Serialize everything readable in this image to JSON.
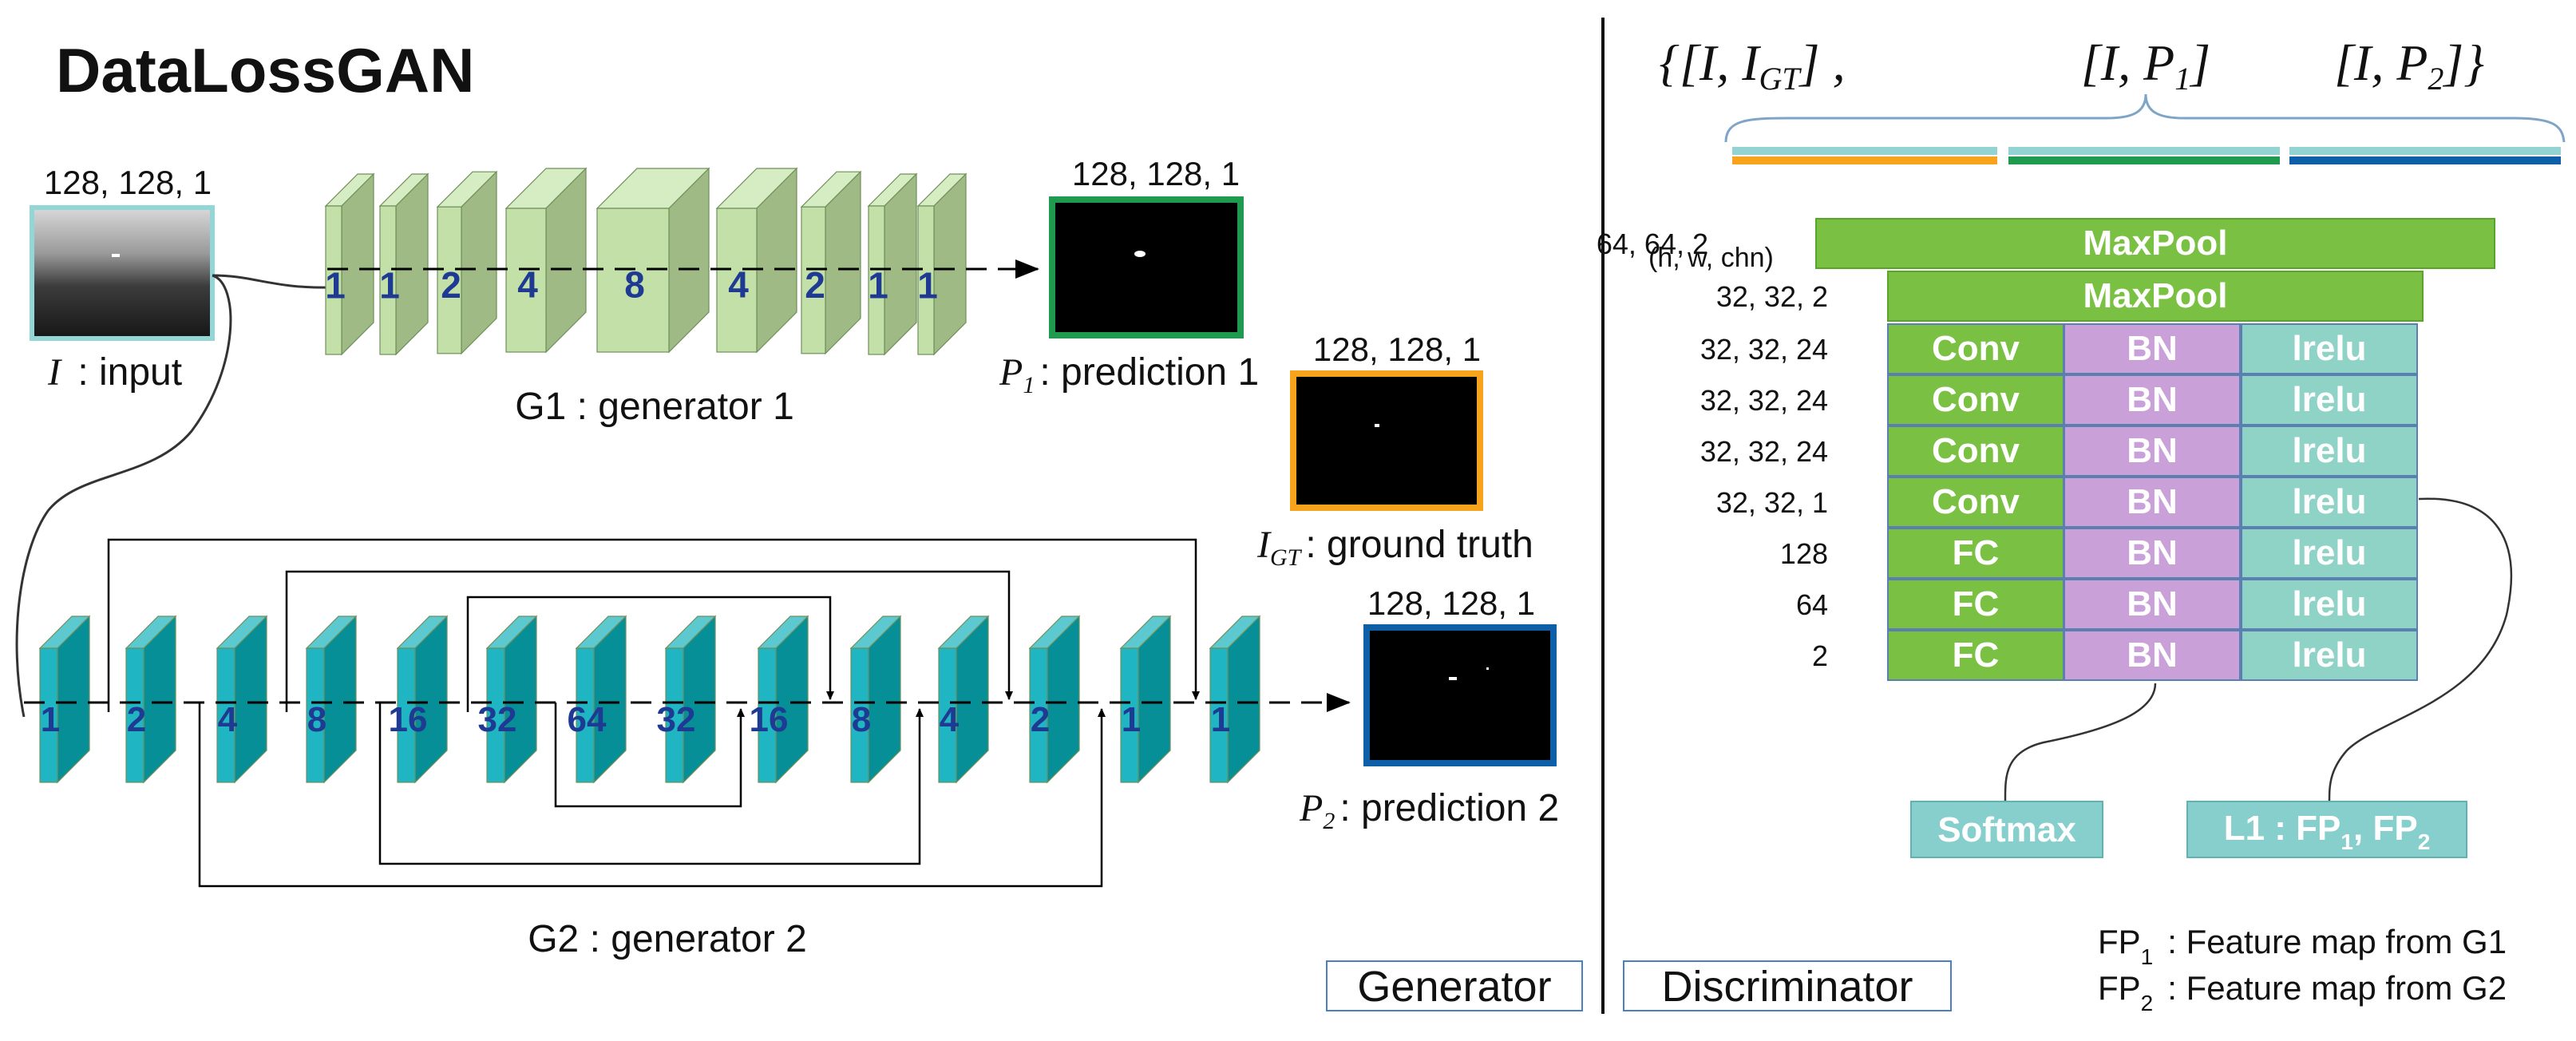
{
  "title": "DataLossGAN",
  "generator": {
    "input": {
      "dims": "128, 128, 1",
      "symbol": "I",
      "label": ": input"
    },
    "g1": {
      "label": "G1 : generator 1",
      "layers": [
        "1",
        "1",
        "2",
        "4",
        "8",
        "4",
        "2",
        "1",
        "1"
      ]
    },
    "p1": {
      "dims": "128, 128, 1",
      "symbol": "P",
      "sub": "1",
      "label": ": prediction 1"
    },
    "gt": {
      "dims": "128, 128, 1",
      "symbol": "I",
      "sub": "GT",
      "label": ": ground truth"
    },
    "g2": {
      "label": "G2 : generator 2",
      "layers": [
        "1",
        "2",
        "4",
        "8",
        "16",
        "32",
        "64",
        "32",
        "16",
        "8",
        "4",
        "2",
        "1",
        "1"
      ]
    },
    "p2": {
      "dims": "128, 128, 1",
      "symbol": "P",
      "sub": "2",
      "label": ": prediction 2"
    },
    "section_label": "Generator"
  },
  "discriminator": {
    "section_label": "Discriminator",
    "input_pairs": [
      "{[I, I_GT] ,",
      "[I, P_1]",
      "[I, P_2]}"
    ],
    "rows": [
      {
        "dims": "64, 64, 2",
        "cells": [
          "MaxPool"
        ]
      },
      {
        "dims": "32, 32, 2",
        "cells": [
          "MaxPool"
        ]
      },
      {
        "dims": "32, 32, 24",
        "cells": [
          "Conv",
          "BN",
          "lrelu"
        ]
      },
      {
        "dims": "32, 32, 24",
        "cells": [
          "Conv",
          "BN",
          "lrelu"
        ]
      },
      {
        "dims": "32, 32, 24",
        "cells": [
          "Conv",
          "BN",
          "lrelu"
        ]
      },
      {
        "dims": "32, 32, 1",
        "cells": [
          "Conv",
          "BN",
          "lrelu"
        ]
      },
      {
        "dims": "128",
        "cells": [
          "FC",
          "BN",
          "lrelu"
        ]
      },
      {
        "dims": "64",
        "cells": [
          "FC",
          "BN",
          "lrelu"
        ]
      },
      {
        "dims": "2",
        "cells": [
          "FC",
          "BN",
          "lrelu"
        ]
      }
    ],
    "dims_note": "(h, w, chn)",
    "softmax": "Softmax",
    "l1": {
      "prefix": "L1 : FP",
      "s1": "1",
      "mid": ", FP",
      "s2": "2"
    },
    "legend": [
      {
        "fp": "FP",
        "sub": "1",
        "text": ": Feature map from G1"
      },
      {
        "fp": "FP",
        "sub": "2",
        "text": ": Feature map from G2"
      }
    ]
  },
  "colors": {
    "g1_front": "#c3e0a9",
    "g1_side": "#9fba84",
    "g2_front": "#1fb5c2",
    "g2_side": "#078f98",
    "green_dark": "#7ac143",
    "purple": "#c9a0d8",
    "teal_light": "#8fd3c6",
    "teal_box": "#86cfcd",
    "pred1_border": "#1e9b4f",
    "gt_border": "#f7a31c",
    "pred2_border": "#0d5fa8",
    "input_border": "#93d6d6",
    "bar_teal": "#93d3d1"
  }
}
